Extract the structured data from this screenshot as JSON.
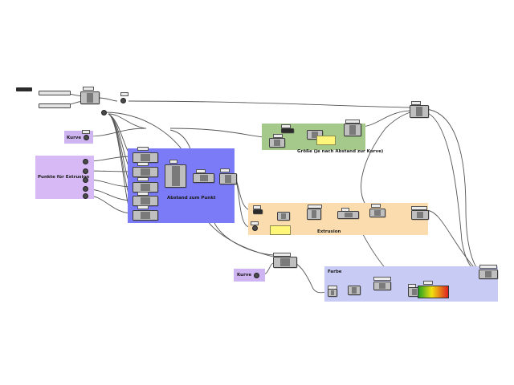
{
  "groups": {
    "kurve_top": {
      "label": "Kurve"
    },
    "punkte": {
      "label": "Punkte für Extrusion"
    },
    "abstand": {
      "label": "Abstand zum Punkt"
    },
    "groesse": {
      "label": "Größe (je nach Abstand zur Kurve)"
    },
    "extrusion": {
      "label": "Extrusion"
    },
    "kurve_bottom": {
      "label": "Kurve"
    },
    "farbe": {
      "label": "Farbe"
    }
  },
  "colors": {
    "kurve": "#cfb4f2",
    "punkte": "#d7baf5",
    "abstand": "#7b7bf7",
    "groesse": "#a5c98a",
    "extrusion": "#fbdcae",
    "farbe": "#c8ccf4",
    "wire": "#555555"
  }
}
